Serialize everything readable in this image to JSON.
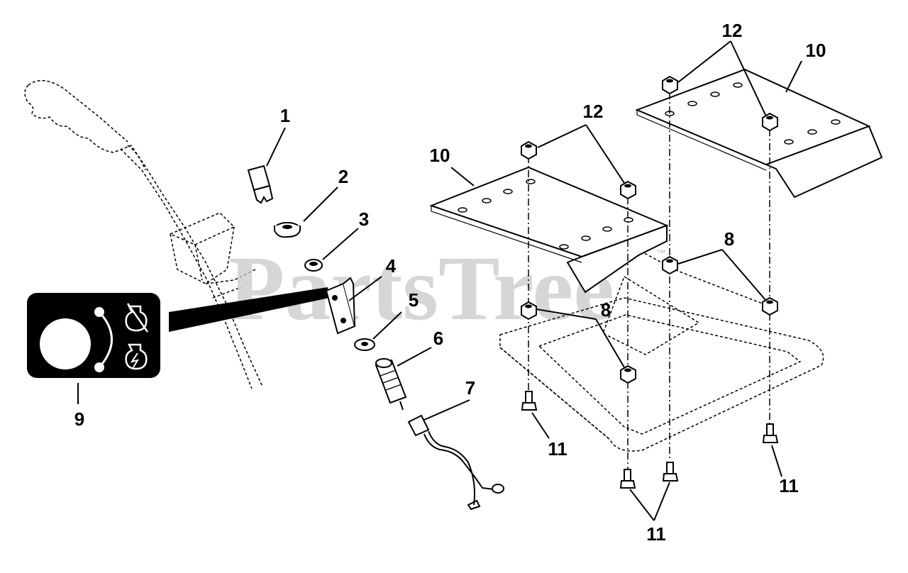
{
  "watermark": {
    "text": "PartsTree",
    "mark": "™"
  },
  "callouts": [
    {
      "id": "c1",
      "text": "1"
    },
    {
      "id": "c2",
      "text": "2"
    },
    {
      "id": "c3",
      "text": "3"
    },
    {
      "id": "c4",
      "text": "4"
    },
    {
      "id": "c5",
      "text": "5"
    },
    {
      "id": "c6",
      "text": "6"
    },
    {
      "id": "c7",
      "text": "7"
    },
    {
      "id": "c8a",
      "text": "8"
    },
    {
      "id": "c8b",
      "text": "8"
    },
    {
      "id": "c9",
      "text": "9"
    },
    {
      "id": "c10a",
      "text": "10"
    },
    {
      "id": "c10b",
      "text": "10"
    },
    {
      "id": "c11a",
      "text": "11"
    },
    {
      "id": "c11b",
      "text": "11"
    },
    {
      "id": "c11c",
      "text": "11"
    },
    {
      "id": "c12a",
      "text": "12"
    },
    {
      "id": "c12b",
      "text": "12"
    }
  ],
  "decal": {
    "icons": [
      "engine-off-icon",
      "engine-start-icon"
    ]
  },
  "colors": {
    "ink": "#000000",
    "watermark": "#c9c9c9",
    "background": "#ffffff"
  }
}
